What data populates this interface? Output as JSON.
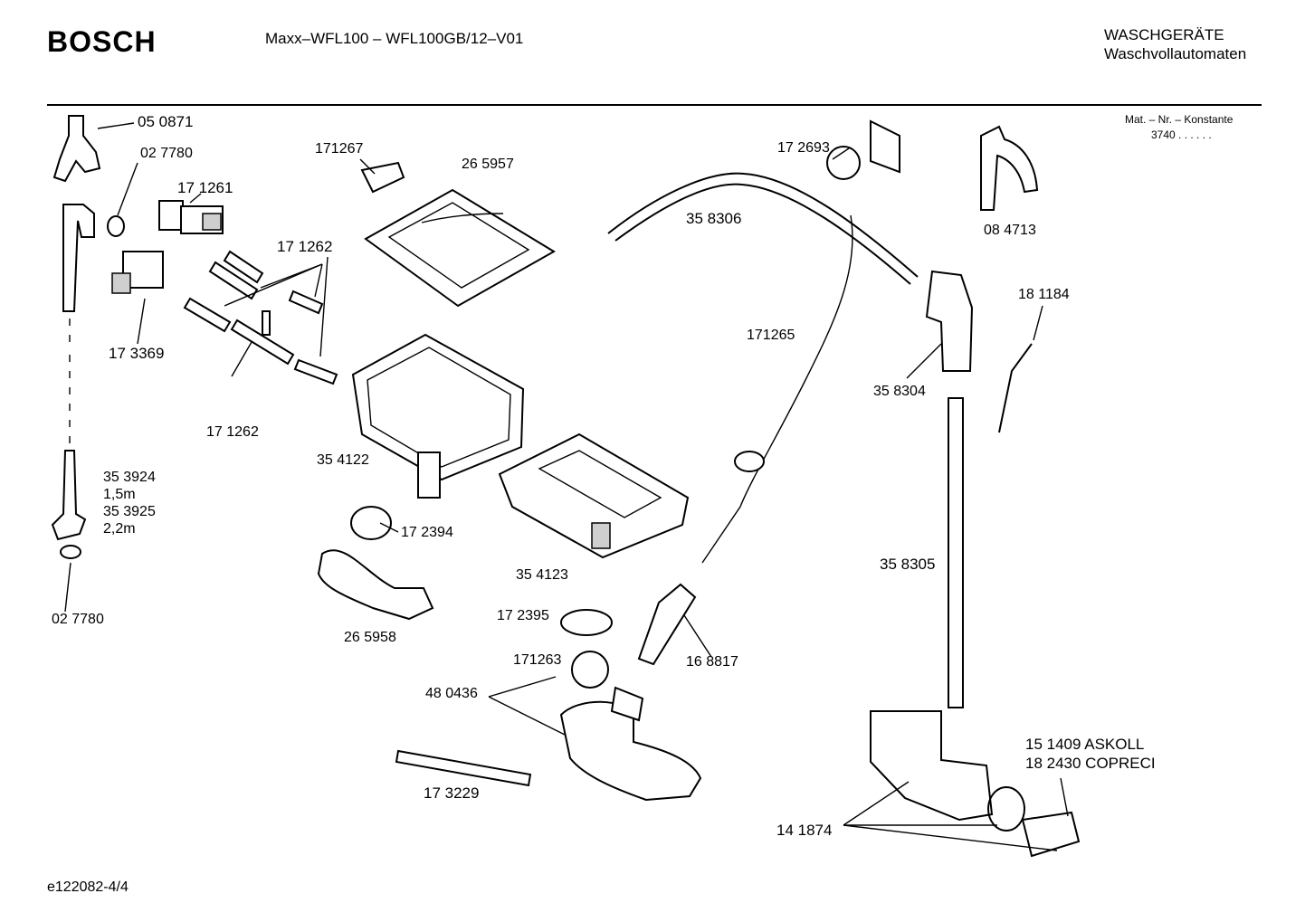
{
  "header": {
    "brand": "BOSCH",
    "model": "Maxx–WFL100 – WFL100GB/12–V01",
    "category_line1": "WASCHGERÄTE",
    "category_line2": "Waschvollautomaten",
    "mat_label": "Mat. – Nr. – Konstante",
    "mat_value": "3740 . . . . . ."
  },
  "footer": {
    "doc_id": "e122082-4/4"
  },
  "parts": {
    "p050871": "05 0871",
    "p027780a": "02 7780",
    "p171261": "17 1261",
    "p171262a": "17 1262",
    "p173369": "17 3369",
    "p171262b": "17 1262",
    "p171267": "171267",
    "p265957": "26 5957",
    "p172693": "17 2693",
    "p358306": "35 8306",
    "p084713": "08 4713",
    "p181184": "18 1184",
    "p171265": "171265",
    "p358304": "35 8304",
    "p354122": "35 4122",
    "p353924": "35 3924",
    "p15m": "1,5m",
    "p353925": "35 3925",
    "p22m": "2,2m",
    "p172394": "17 2394",
    "p027780b": "02 7780",
    "p265958": "26 5958",
    "p354123": "35 4123",
    "p358305": "35 8305",
    "p172395": "17 2395",
    "p171263": "171263",
    "p168817": "16 8817",
    "p480436": "48 0436",
    "p151409": "15 1409  ASKOLL",
    "p182430": "18 2430  COPRECI",
    "p173229": "17 3229",
    "p141874": "14 1874"
  }
}
